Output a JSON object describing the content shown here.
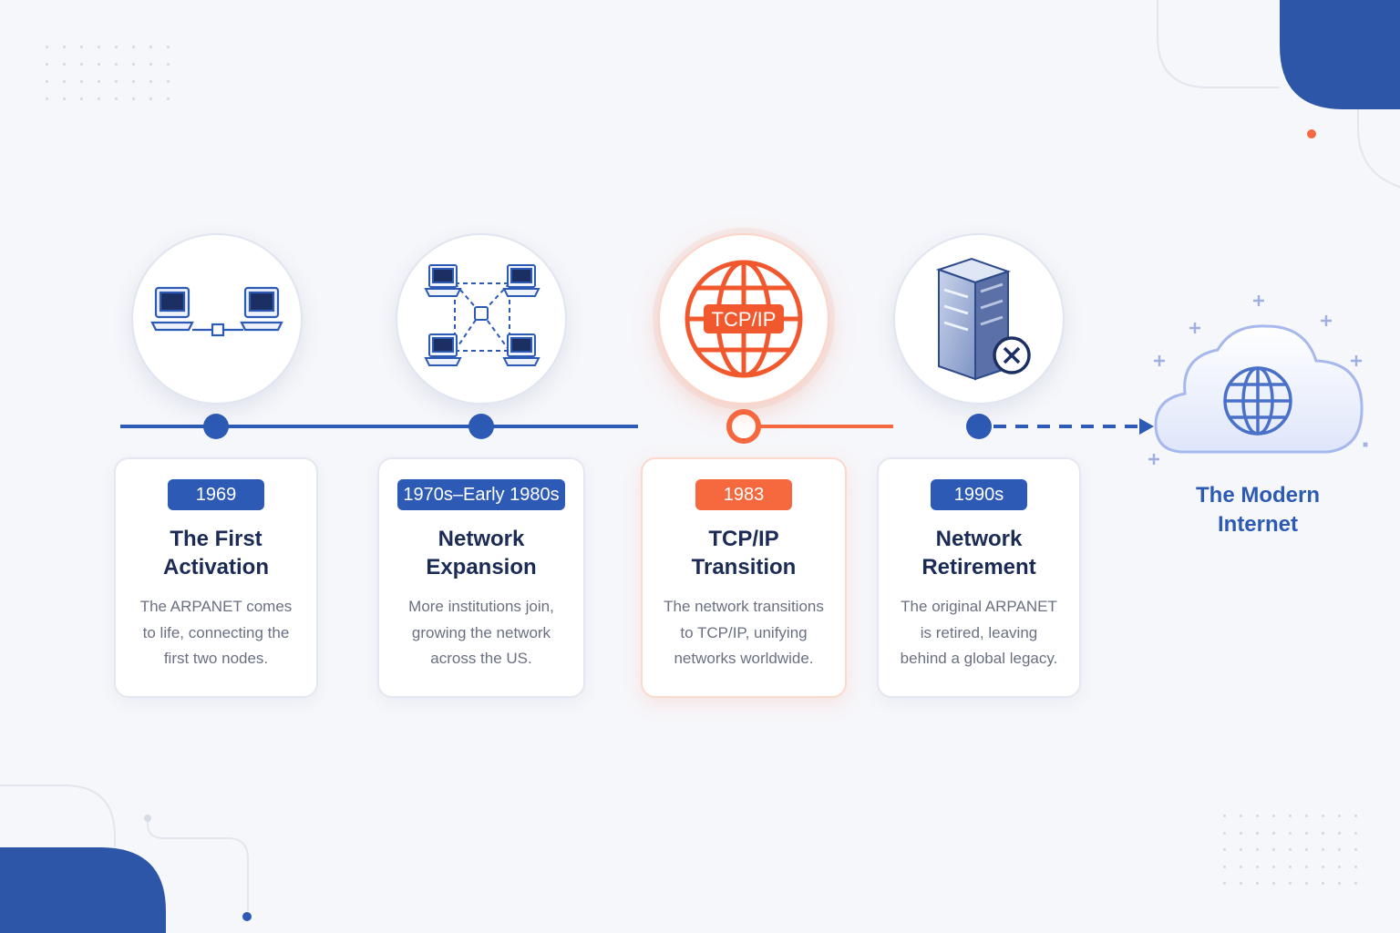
{
  "milestones": [
    {
      "year": "1969",
      "title": "The First\nActivation",
      "description": "The ARPANET comes\nto life, connecting the\nfirst two nodes.",
      "icon": "two-connected-computers-icon",
      "highlight": false
    },
    {
      "year": "1970s–Early 1980s",
      "title": "Network\nExpansion",
      "description": "More institutions join,\ngrowing the network\nacross the US.",
      "icon": "network-of-computers-icon",
      "highlight": false
    },
    {
      "year": "1983",
      "title": "TCP/IP\nTransition",
      "description": "The network transitions\nto TCP/IP, unifying\nnetworks worldwide.",
      "icon": "tcp-ip-globe-icon",
      "icon_label": "TCP/IP",
      "highlight": true
    },
    {
      "year": "1990s",
      "title": "Network\nRetirement",
      "description": "The original ARPANET\nis retired, leaving\nbehind a global legacy.",
      "icon": "retired-server-icon",
      "highlight": false
    }
  ],
  "destination": {
    "label": "The Modern\nInternet",
    "icon": "cloud-globe-icon"
  },
  "colors": {
    "primary": "#2d5ab4",
    "accent": "#f6683e",
    "title": "#1b2b55",
    "text": "#6a7082",
    "background": "#f6f7fb"
  }
}
